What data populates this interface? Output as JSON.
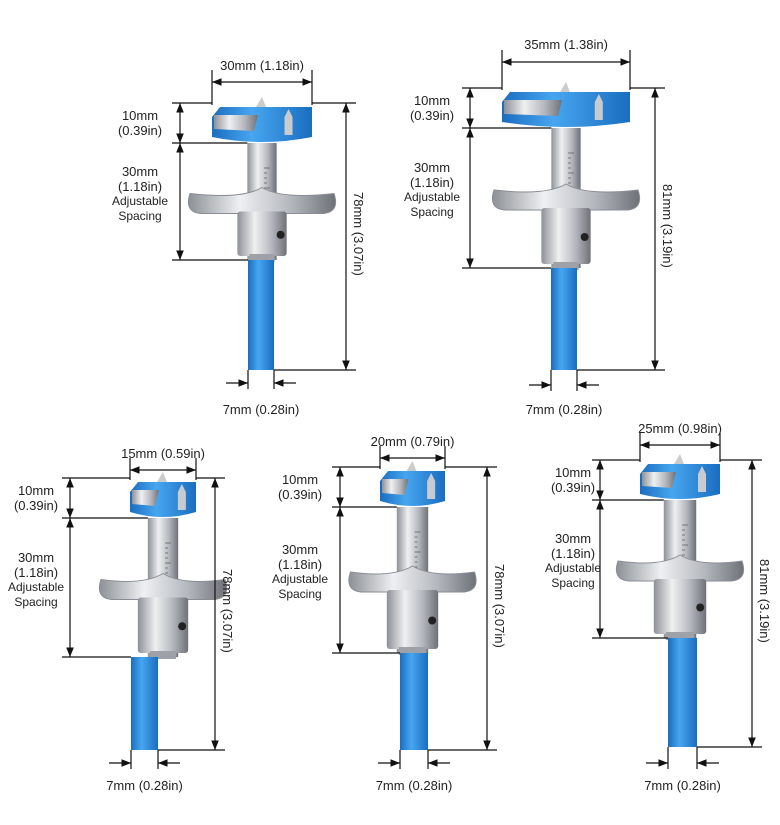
{
  "colors": {
    "blue": "#2f8fe0",
    "blue_dark": "#1a6dbf",
    "steel": "#b8bcc2",
    "line": "#111111"
  },
  "bits": [
    {
      "name": "30mm",
      "head_width": "30mm (1.18in)",
      "head_height": [
        "10mm",
        "(0.39in)"
      ],
      "spacing": [
        "30mm",
        "(1.18in)",
        "Adjustable",
        "Spacing"
      ],
      "total_length": "78mm (3.07in)",
      "shank": "7mm (0.28in)"
    },
    {
      "name": "35mm",
      "head_width": "35mm (1.38in)",
      "head_height": [
        "10mm",
        "(0.39in)"
      ],
      "spacing": [
        "30mm",
        "(1.18in)",
        "Adjustable",
        "Spacing"
      ],
      "total_length": "81mm (3.19in)",
      "shank": "7mm (0.28in)"
    },
    {
      "name": "15mm",
      "head_width": "15mm (0.59in)",
      "head_height": [
        "10mm",
        "(0.39in)"
      ],
      "spacing": [
        "30mm",
        "(1.18in)",
        "Adjustable",
        "Spacing"
      ],
      "total_length": "78mm (3.07in)",
      "shank": "7mm (0.28in)"
    },
    {
      "name": "20mm",
      "head_width": "20mm (0.79in)",
      "head_height": [
        "10mm",
        "(0.39in)"
      ],
      "spacing": [
        "30mm",
        "(1.18in)",
        "Adjustable",
        "Spacing"
      ],
      "total_length": "78mm (3.07in)",
      "shank": "7mm (0.28in)"
    },
    {
      "name": "25mm",
      "head_width": "25mm (0.98in)",
      "head_height": [
        "10mm",
        "(0.39in)"
      ],
      "spacing": [
        "30mm",
        "(1.18in)",
        "Adjustable",
        "Spacing"
      ],
      "total_length": "81mm (3.19in)",
      "shank": "7mm (0.28in)"
    }
  ]
}
